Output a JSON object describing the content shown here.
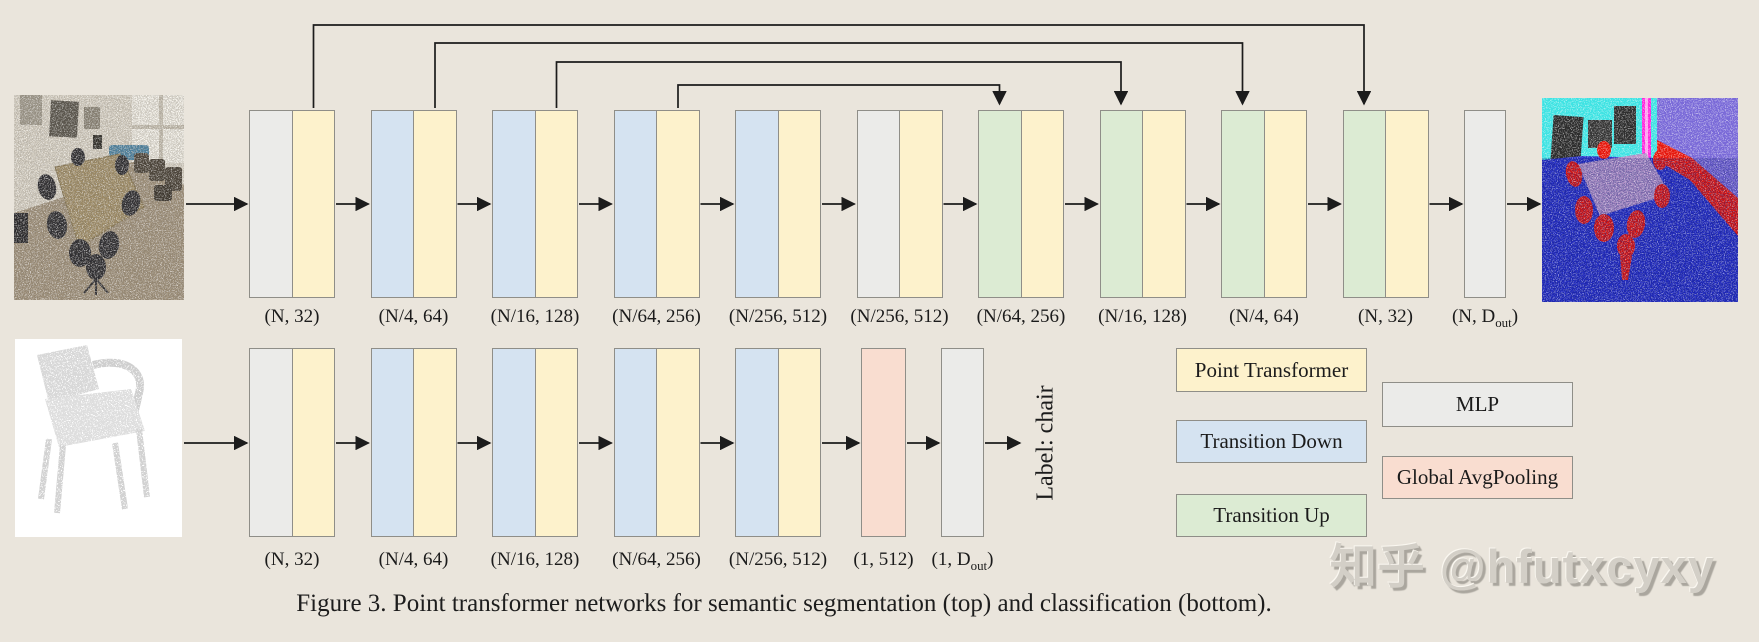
{
  "figure_caption": "Figure 3. Point transformer networks for semantic segmentation (top) and classification (bottom).",
  "watermark": "知乎 @hfutxcyxy",
  "colors": {
    "background": "#eae5dc",
    "point_transformer": "#fdf2cc",
    "transition_down": "#d5e3f1",
    "transition_up": "#dcebd3",
    "mlp": "#ebebe9",
    "global_avg_pooling": "#f9ddd0",
    "block_border": "#8f8e88",
    "arrow": "#1c1c1c"
  },
  "legend": [
    {
      "key": "point_transformer",
      "label": "Point Transformer"
    },
    {
      "key": "transition_down",
      "label": "Transition Down"
    },
    {
      "key": "transition_up",
      "label": "Transition Up"
    },
    {
      "key": "mlp",
      "label": "MLP"
    },
    {
      "key": "global_avg_pooling",
      "label": "Global AvgPooling"
    }
  ],
  "segmentation_network": {
    "input_icon": "room-point-cloud",
    "output_icon": "segmented-room-point-cloud",
    "blocks": [
      {
        "parts": [
          "mlp",
          "point_transformer"
        ],
        "label": "(N, 32)"
      },
      {
        "parts": [
          "transition_down",
          "point_transformer"
        ],
        "label": "(N/4, 64)"
      },
      {
        "parts": [
          "transition_down",
          "point_transformer"
        ],
        "label": "(N/16, 128)"
      },
      {
        "parts": [
          "transition_down",
          "point_transformer"
        ],
        "label": "(N/64, 256)"
      },
      {
        "parts": [
          "transition_down",
          "point_transformer"
        ],
        "label": "(N/256, 512)"
      },
      {
        "parts": [
          "mlp",
          "point_transformer"
        ],
        "label": "(N/256, 512)"
      },
      {
        "parts": [
          "transition_up",
          "point_transformer"
        ],
        "label": "(N/64, 256)"
      },
      {
        "parts": [
          "transition_up",
          "point_transformer"
        ],
        "label": "(N/16, 128)"
      },
      {
        "parts": [
          "transition_up",
          "point_transformer"
        ],
        "label": "(N/4, 64)"
      },
      {
        "parts": [
          "transition_up",
          "point_transformer"
        ],
        "label": "(N, 32)"
      },
      {
        "parts": [
          "mlp"
        ],
        "label": "(N, D_out)"
      }
    ],
    "skip_connections": [
      {
        "from": 0,
        "to": 9
      },
      {
        "from": 1,
        "to": 8
      },
      {
        "from": 2,
        "to": 7
      },
      {
        "from": 3,
        "to": 6
      }
    ]
  },
  "classification_network": {
    "input_icon": "chair-point-cloud",
    "output_label": "Label: chair",
    "blocks": [
      {
        "parts": [
          "mlp",
          "point_transformer"
        ],
        "label": "(N, 32)"
      },
      {
        "parts": [
          "transition_down",
          "point_transformer"
        ],
        "label": "(N/4, 64)"
      },
      {
        "parts": [
          "transition_down",
          "point_transformer"
        ],
        "label": "(N/16, 128)"
      },
      {
        "parts": [
          "transition_down",
          "point_transformer"
        ],
        "label": "(N/64, 256)"
      },
      {
        "parts": [
          "transition_down",
          "point_transformer"
        ],
        "label": "(N/256, 512)"
      },
      {
        "parts": [
          "global_avg_pooling"
        ],
        "label": "(1, 512)"
      },
      {
        "parts": [
          "mlp"
        ],
        "label": "(1, D_out)"
      }
    ]
  }
}
